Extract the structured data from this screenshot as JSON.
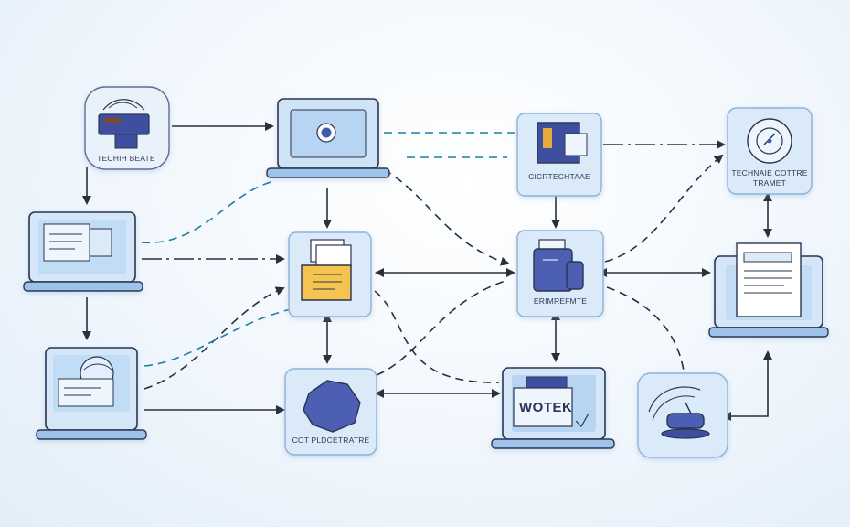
{
  "nodes": {
    "n1": {
      "label": "TECHIH BEATE"
    },
    "n7": {
      "label": "CICRTECHTAAE"
    },
    "n10": {
      "label_line1": "TECHNAIE COTTRE",
      "label_line2": "TRAMET"
    },
    "n8": {
      "label": "ERIMREFMTE"
    },
    "n5": {
      "label": "COT PLDCETRATRE"
    },
    "n9": {
      "label": "WOTEK"
    }
  },
  "colors": {
    "node_fill": "#d6e7f8",
    "node_stroke": "#2b3550",
    "screen_fill": "#bcd8f4",
    "accent_blue": "#3e5bb0",
    "accent_yellow": "#f5c350",
    "teal_dash": "#1c7fa3",
    "arrow": "#2a2f3c"
  }
}
